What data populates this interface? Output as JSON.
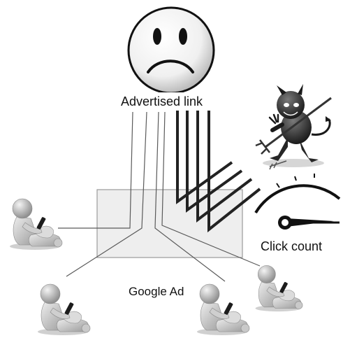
{
  "labels": {
    "advertised_link": "Advertised link",
    "google_ad": "Google Ad",
    "click_count": "Click count"
  },
  "icons": {
    "sad_face": "sad-face-icon",
    "devil": "devil-with-pitchfork-icon",
    "meter": "click-counter-gauge-icon",
    "person": "person-with-phone-icon"
  },
  "colors": {
    "ad_box_fill": "#eeeeee",
    "ad_box_stroke": "#9a9a9a",
    "user_lines": "#5a5a5a",
    "bot_lines": "#222222",
    "figure_light": "#d6d6d6",
    "figure_dark": "#9e9e9e"
  }
}
